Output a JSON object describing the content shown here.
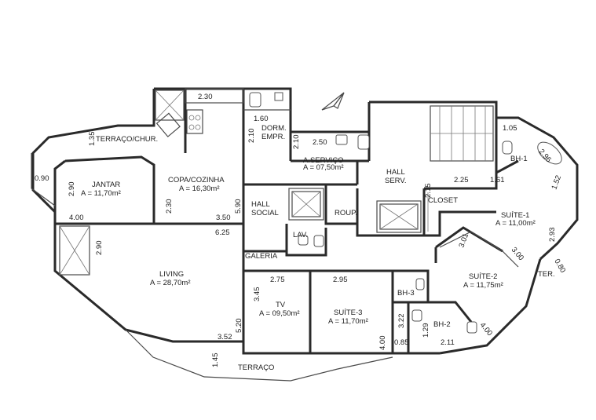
{
  "rooms": {
    "terraco_chur": "TERRAÇO/CHUR.",
    "jantar": "JANTAR",
    "jantar_area": "A = 11,70m²",
    "copa": "COPA/COZINHA",
    "copa_area": "A = 16,30m²",
    "dorm_empr_1": "DORM.",
    "dorm_empr_2": "EMPR.",
    "a_servico": "A.SERVIÇO",
    "a_servico_area": "A = 07,50m²",
    "hall_serv_1": "HALL",
    "hall_serv_2": "SERV.",
    "hall_social_1": "HALL",
    "hall_social_2": "SOCIAL",
    "roup": "ROUP.",
    "lav": "LAV.",
    "closet": "CLOSET",
    "suite1": "SUÍTE-1",
    "suite1_area": "A = 11,00m²",
    "bh1": "BH-1",
    "galeria": "GALERIA",
    "living": "LIVING",
    "living_area": "A = 28,70m²",
    "tv": "TV",
    "tv_area": "A = 09,50m²",
    "suite3": "SUÍTE-3",
    "suite3_area": "A = 11,70m²",
    "bh3": "BH-3",
    "bh2": "BH-2",
    "suite2": "SUÍTE-2",
    "suite2_area": "A = 11,75m²",
    "ter": "TER.",
    "terraco": "TERRAÇO"
  },
  "dims": {
    "d230": "2.30",
    "d160": "1.60",
    "d135": "1.35",
    "d210": "2.10",
    "d250": "2.50",
    "d090": "0.90",
    "d290a": "2.90",
    "d230b": "2.30",
    "d400a": "4.00",
    "d350": "3.50",
    "d590": "5.90",
    "d625": "6.25",
    "d290b": "2.90",
    "d105": "1.05",
    "d296": "2.96",
    "d225": "2.25",
    "d161": "1.61",
    "d152": "1.52",
    "d215": "2.15",
    "d293": "2.93",
    "d301": "3.01",
    "d300": "3.00",
    "d080": "0.80",
    "d275": "2.75",
    "d295": "2.95",
    "d345": "3.45",
    "d520": "5.20",
    "d352": "3.52",
    "d322": "3.22",
    "d129": "1.29",
    "d085": "0.85",
    "d211": "2.11",
    "d400b": "4.00",
    "d400c": "4.00",
    "d145": "1.45",
    "d210b": "2.10"
  }
}
